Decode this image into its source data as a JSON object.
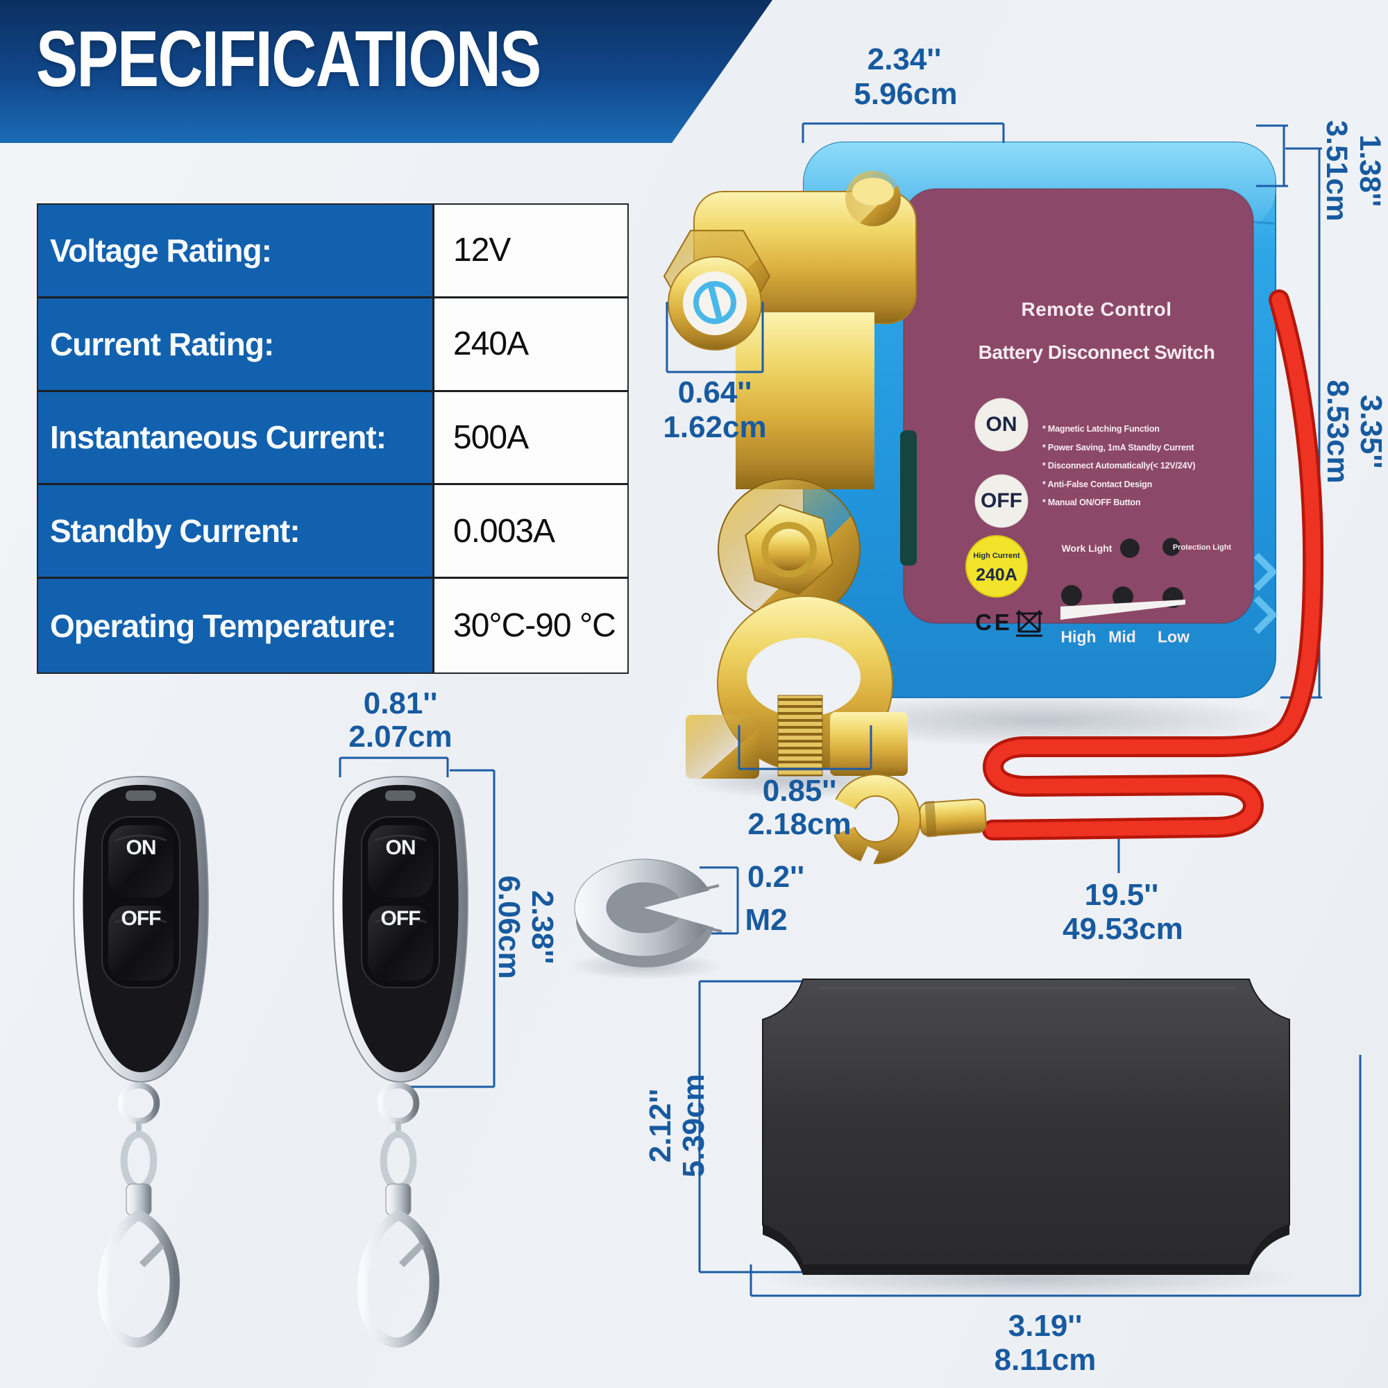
{
  "header": {
    "title": "SPECIFICATIONS"
  },
  "spec_table": {
    "rows": [
      {
        "label": "Voltage Rating:",
        "value": "12V"
      },
      {
        "label": "Current Rating:",
        "value": "240A"
      },
      {
        "label": "Instantaneous Current:",
        "value": "500A"
      },
      {
        "label": "Standby Current:",
        "value": "0.003A"
      },
      {
        "label": "Operating Temperature:",
        "value": "30°C-90 °C"
      }
    ]
  },
  "device": {
    "title_line1": "Remote Control",
    "title_line2": "Battery Disconnect Switch",
    "on_button": "ON",
    "off_button": "OFF",
    "features": [
      "* Magnetic Latching Function",
      "* Power Saving, 1mA Standby Current",
      "* Disconnect Automatically(< 12V/24V)",
      "* Anti-False Contact Design",
      "* Manual ON/OFF Button"
    ],
    "badge_top": "High Current",
    "badge_value": "240A",
    "work_light": "Work Light",
    "protection_light": "Protection Light",
    "levels": [
      "High",
      "Mid",
      "Low"
    ],
    "ce_mark": "CE"
  },
  "remote": {
    "on": "ON",
    "off": "OFF"
  },
  "dimensions": {
    "device_width": {
      "inch": "2.34''",
      "cm": "5.96cm"
    },
    "cap_height": {
      "inch": "1.38''",
      "cm": "3.51cm"
    },
    "device_height": {
      "inch": "3.35''",
      "cm": "8.53cm"
    },
    "knob": {
      "inch": "0.64''",
      "cm": "1.62cm"
    },
    "clamp": {
      "inch": "0.85''",
      "cm": "2.18cm"
    },
    "remote_width": {
      "inch": "0.81''",
      "cm": "2.07cm"
    },
    "remote_height": {
      "inch": "2.38''",
      "cm": "6.06cm"
    },
    "washer": {
      "inch": "0.2''",
      "cm": "M2"
    },
    "cable": {
      "inch": "19.5''",
      "cm": "49.53cm"
    },
    "pad_height": {
      "inch": "2.12''",
      "cm": "5.39cm"
    },
    "pad_width": {
      "inch": "3.19''",
      "cm": "8.11cm"
    }
  },
  "colors": {
    "banner_top": "#0c2f60",
    "banner_bottom": "#1b6cb6",
    "table_blue": "#1261ae",
    "dimension_blue": "#175a9f",
    "device_body_blue": "#2196dd",
    "label_purple": "#8c4868",
    "badge_yellow": "#f2e32b",
    "cable_red": "#e8271a",
    "gold": "#ddb33f",
    "pad_black": "#323235"
  }
}
